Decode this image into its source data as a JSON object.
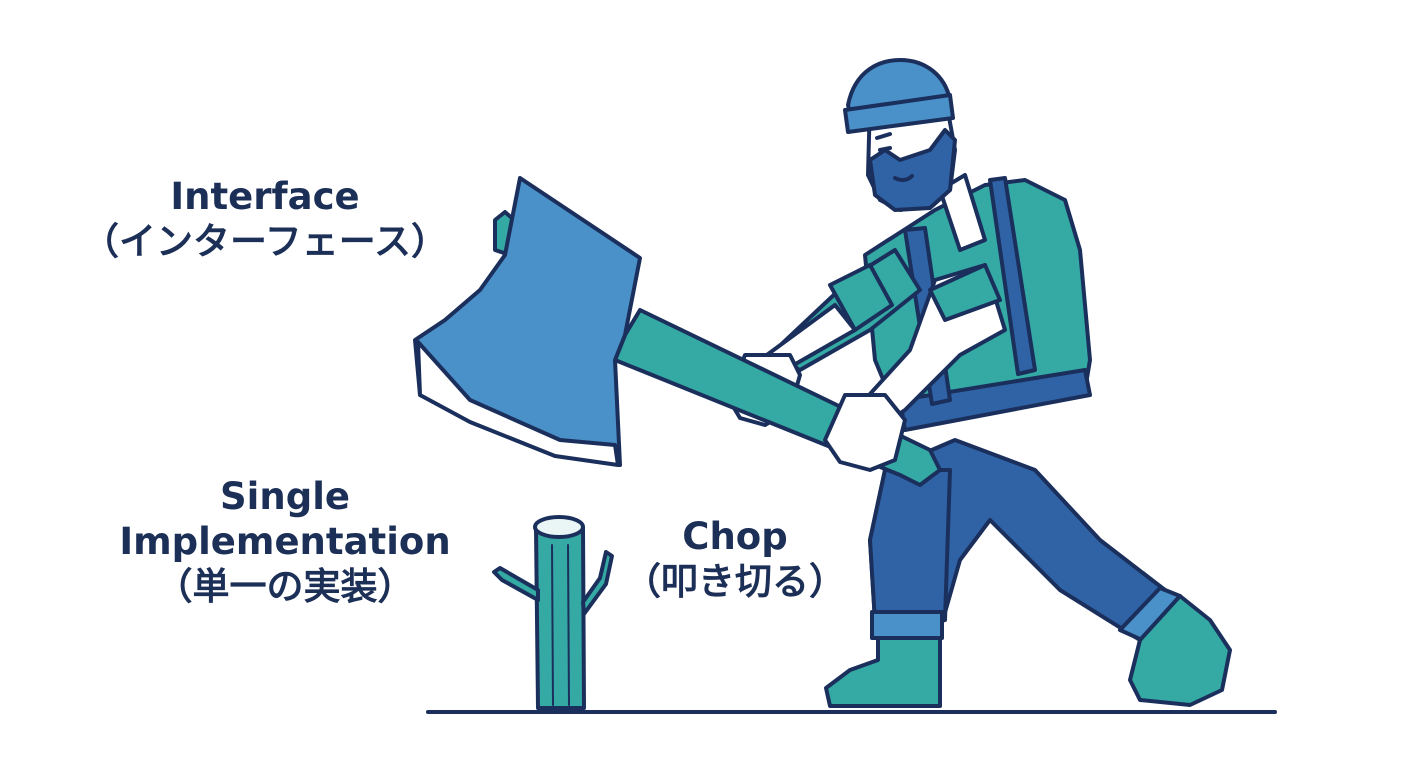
{
  "labels": {
    "interface": {
      "line1": "Interface",
      "line2": "（インターフェース）"
    },
    "single_implementation": {
      "line1": "Single",
      "line2": "Implementation",
      "line3": "（単一の実装）"
    },
    "chop": {
      "line1": "Chop",
      "line2": "（叩き切る）"
    }
  },
  "colors": {
    "outline": "#1b2f5c",
    "text": "#1c2f57",
    "axe_blade": "#4a90c9",
    "teal": "#35a9a4",
    "pants_blue": "#2f63a6",
    "skin": "#ffffff",
    "background": "#ffffff"
  },
  "illustration": {
    "subject": "lumberjack-icon",
    "tool": "axe-icon",
    "stump": "stump-icon"
  }
}
